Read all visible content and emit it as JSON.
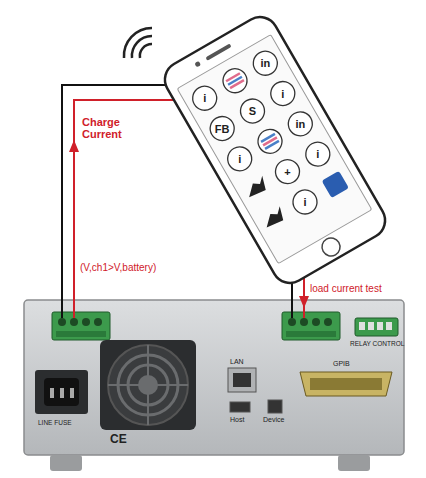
{
  "diagram": {
    "labels": [
      "Charge Current",
      "(V,ch1>V,battery)",
      "load current test",
      "CE",
      "LAN",
      "Host",
      "Device",
      "GPIB",
      "RELAY CONTROL",
      "LINE FUSE",
      "i",
      "in",
      "FB",
      "S",
      "i",
      "i",
      "in",
      "+",
      "i",
      "i"
    ]
  }
}
